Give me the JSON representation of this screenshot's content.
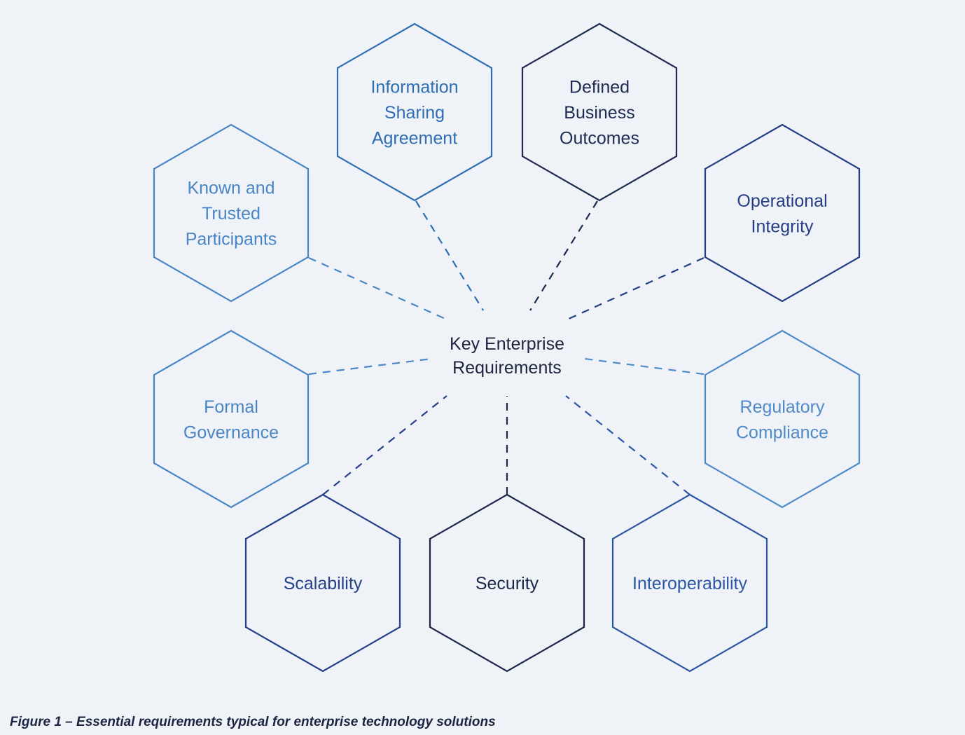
{
  "center": {
    "lines": [
      "Key Enterprise",
      "Requirements"
    ]
  },
  "nodes": [
    {
      "id": "information-sharing-agreement",
      "lines": [
        "Information",
        "Sharing",
        "Agreement"
      ],
      "color": "#2f6db4"
    },
    {
      "id": "defined-business-outcomes",
      "lines": [
        "Defined",
        "Business",
        "Outcomes"
      ],
      "color": "#1d2a52"
    },
    {
      "id": "operational-integrity",
      "lines": [
        "Operational",
        "Integrity"
      ],
      "color": "#253d85"
    },
    {
      "id": "regulatory-compliance",
      "lines": [
        "Regulatory",
        "Compliance"
      ],
      "color": "#4f8ac9"
    },
    {
      "id": "interoperability",
      "lines": [
        "Interoperability"
      ],
      "color": "#2b56a6"
    },
    {
      "id": "security",
      "lines": [
        "Security"
      ],
      "color": "#1b2748"
    },
    {
      "id": "scalability",
      "lines": [
        "Scalability"
      ],
      "color": "#253f8a"
    },
    {
      "id": "formal-governance",
      "lines": [
        "Formal",
        "Governance"
      ],
      "color": "#4a86c6"
    },
    {
      "id": "known-and-trusted-participants",
      "lines": [
        "Known and",
        "Trusted",
        "Participants"
      ],
      "color": "#4a86c6"
    }
  ],
  "caption": "Figure 1 – Essential requirements typical for enterprise technology solutions"
}
